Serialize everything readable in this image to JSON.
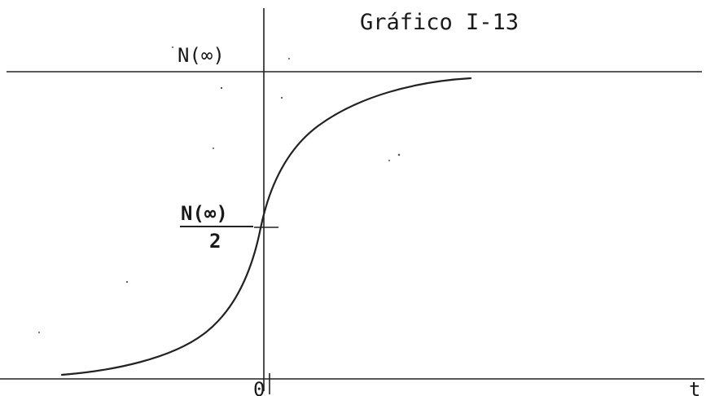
{
  "title": "Gráfico I-13",
  "asymptote_label": "N(∞)",
  "midpoint_label": {
    "numerator": "N(∞)",
    "denominator": "2"
  },
  "x_axis": {
    "origin_label": "0",
    "variable_label": "t"
  },
  "colors": {
    "ink": "#222222",
    "paper": "#ffffff"
  }
}
